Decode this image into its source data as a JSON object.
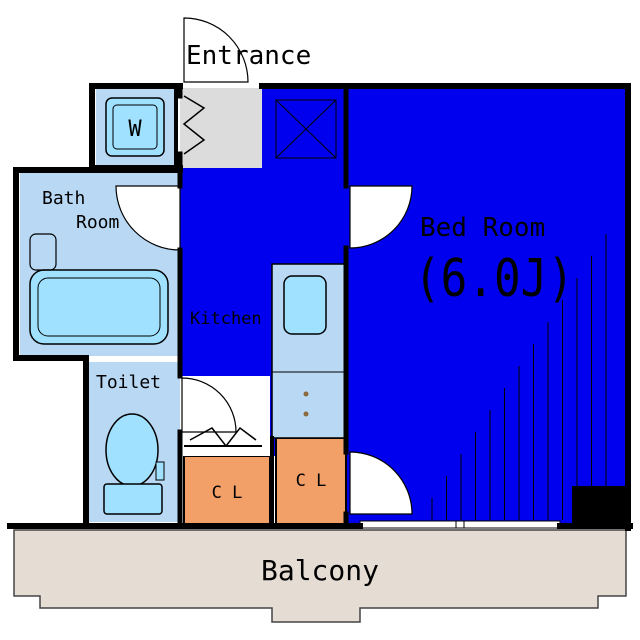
{
  "labels": {
    "entrance": "Entrance",
    "washer": "W",
    "bath_line1": "Bath",
    "bath_line2": "Room",
    "kitchen": "Kitchen",
    "toilet": "Toilet",
    "closet_left": "C L",
    "closet_right": "C L",
    "bedroom_name": "Bed Room",
    "bedroom_size": "(6.0J)",
    "balcony": "Balcony"
  },
  "colors": {
    "floor_blue": "#0000ee",
    "wet_area": "#b8d8f4",
    "fixture": "#9fe1ff",
    "closet": "#f2a068",
    "balcony": "#e5dcd4",
    "entrance_floor": "#dcdcdc",
    "wall": "#000000"
  }
}
